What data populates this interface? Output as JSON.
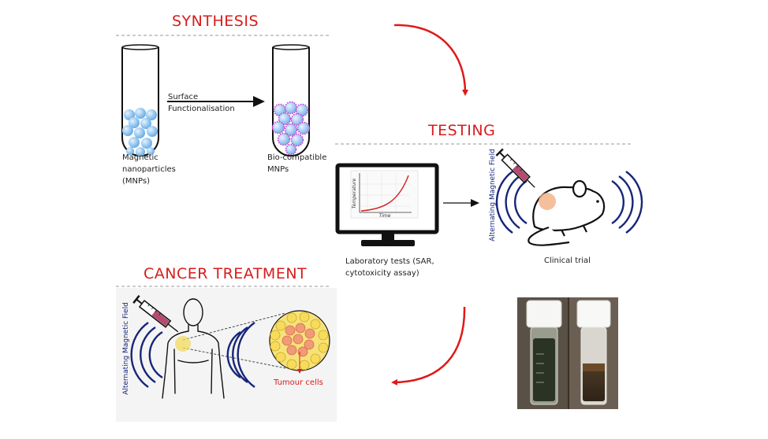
{
  "sections": {
    "synthesis": {
      "title": "SYNTHESIS",
      "step_label_line1": "Surface",
      "step_label_line2": "Functionalisation",
      "left_label_lines": [
        "Magnetic",
        "nanoparticles",
        "(MNPs)"
      ],
      "right_label_lines": [
        "Bio-compatible",
        "MNPs"
      ]
    },
    "testing": {
      "title": "TESTING",
      "chart_ylabel": "Temperature",
      "chart_xlabel": "Time",
      "lab_caption_lines": [
        "Laboratory tests (SAR,",
        "cytotoxicity assay)"
      ],
      "field_label": "Alternating Magnetic Field",
      "clinical_caption": "Clinical trial"
    },
    "treatment": {
      "title": "CANCER TREATMENT",
      "field_label": "Alternating Magnetic Field",
      "tumour_label": "Tumour cells"
    }
  },
  "colors": {
    "accent_red": "#d81c1c",
    "nanoparticle_blue": "#8fc3ee",
    "coating_magenta": "#d43bd2",
    "field_navy": "#17267a",
    "syringe_pink": "#b64a6f",
    "injection_peach": "#f4b48a",
    "tumour_yellow": "#f2dc5c"
  },
  "icons": [
    "test-tube-icon",
    "monitor-icon",
    "mouse-icon",
    "syringe-icon",
    "human-outline-icon",
    "tumour-icon",
    "vial-photo"
  ]
}
